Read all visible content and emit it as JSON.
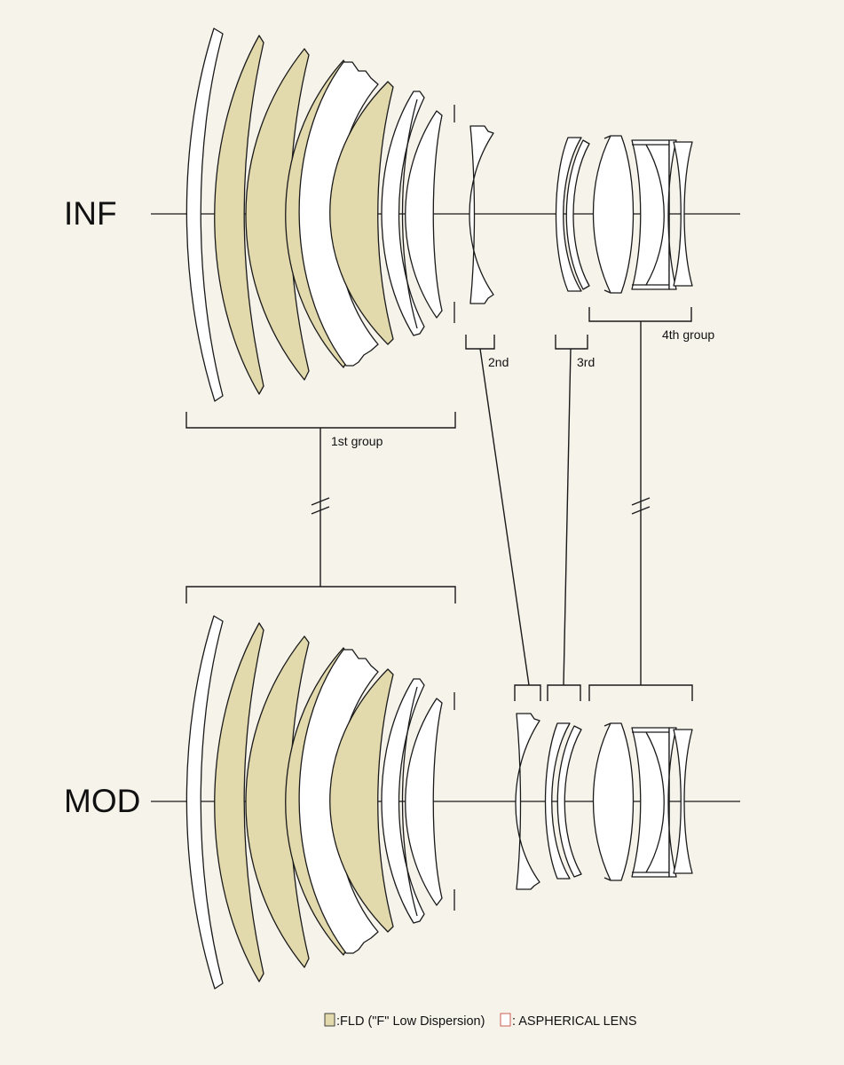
{
  "labels": {
    "infinity": "INF",
    "mod": "MOD"
  },
  "groups": {
    "first": "1st group",
    "second": "2nd",
    "third": "3rd",
    "fourth": "4th group"
  },
  "legend": {
    "fld": ":FLD (\"F\" Low Dispersion)",
    "aspherical": ": ASPHERICAL LENS"
  },
  "colors": {
    "background": "#f6f3eb",
    "fld_fill": "#e2d9ad",
    "glass_fill": "#ffffff",
    "aspherical_outline": "#c0392b",
    "line": "#1a1a1a"
  }
}
